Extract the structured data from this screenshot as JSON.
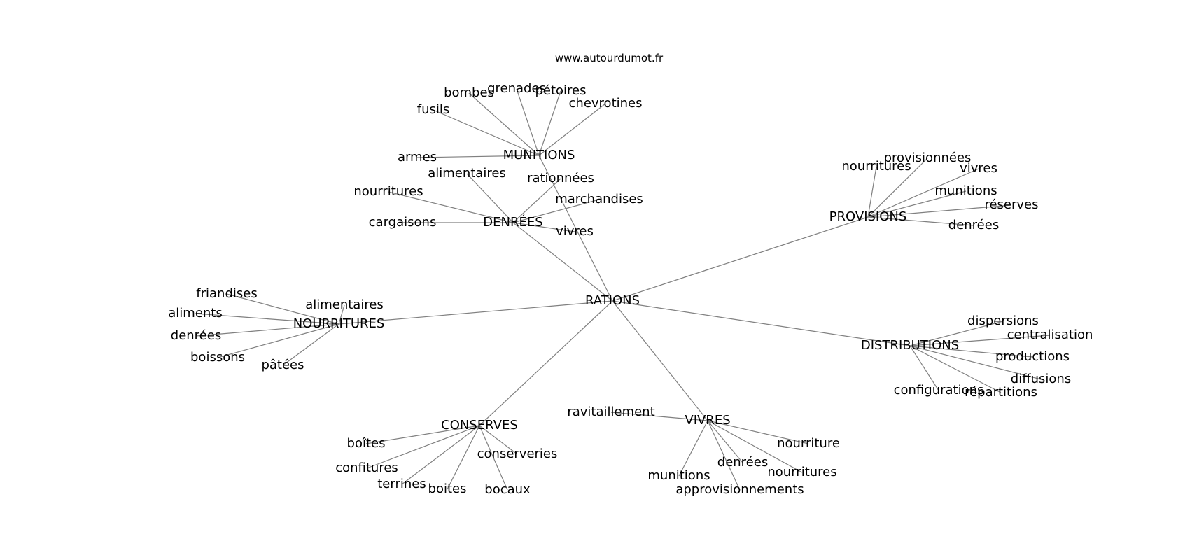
{
  "credit": "www.autourdumot.fr",
  "colors": {
    "edge": "#808080",
    "text": "#000000",
    "background": "#ffffff"
  },
  "graph": {
    "center": "RATIONS",
    "clusters": [
      {
        "label": "MUNITIONS",
        "leaves": [
          "armes",
          "fusils",
          "bombes",
          "grenades",
          "pétoires",
          "chevrotines"
        ]
      },
      {
        "label": "DENRÉES",
        "leaves": [
          "alimentaires",
          "rationnées",
          "nourritures",
          "marchandises",
          "cargaisons",
          "vivres"
        ]
      },
      {
        "label": "PROVISIONS",
        "leaves": [
          "nourritures",
          "provisionnées",
          "vivres",
          "munitions",
          "réserves",
          "denrées"
        ]
      },
      {
        "label": "NOURRITURES",
        "leaves": [
          "friandises",
          "alimentaires",
          "aliments",
          "denrées",
          "boissons",
          "pâtées"
        ]
      },
      {
        "label": "DISTRIBUTIONS",
        "leaves": [
          "dispersions",
          "centralisation",
          "productions",
          "diffusions",
          "configurations",
          "répartitions"
        ]
      },
      {
        "label": "CONSERVES",
        "leaves": [
          "boîtes",
          "conserveries",
          "confitures",
          "terrines",
          "boites",
          "bocaux"
        ]
      },
      {
        "label": "VIVRES",
        "leaves": [
          "ravitaillement",
          "nourriture",
          "munitions",
          "denrées",
          "nourritures",
          "approvisionnements"
        ]
      }
    ]
  }
}
